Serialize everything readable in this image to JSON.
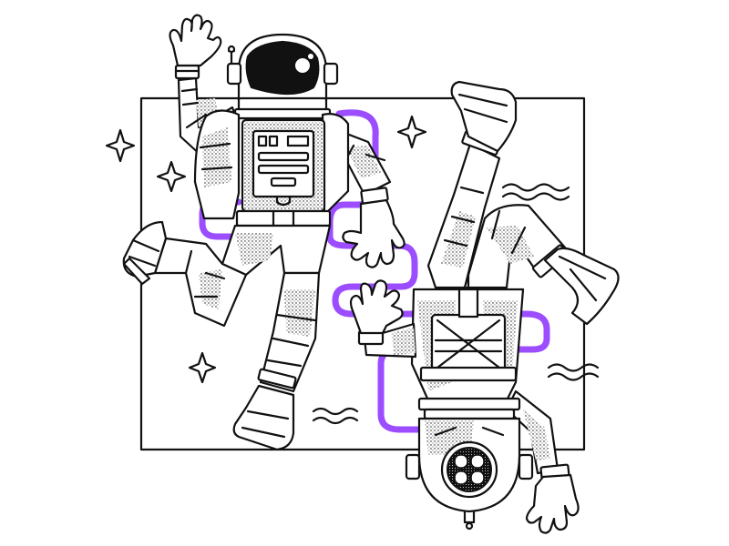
{
  "illustration": {
    "subject": "",
    "colors": {
      "ink": "#111111",
      "background": "#ffffff",
      "tether": "#9b4dff"
    },
    "icons": [
      "astronaut-upright",
      "astronaut-inverted",
      "sparkle-star",
      "wave-lines",
      "helmet",
      "chest-control-panel"
    ]
  }
}
